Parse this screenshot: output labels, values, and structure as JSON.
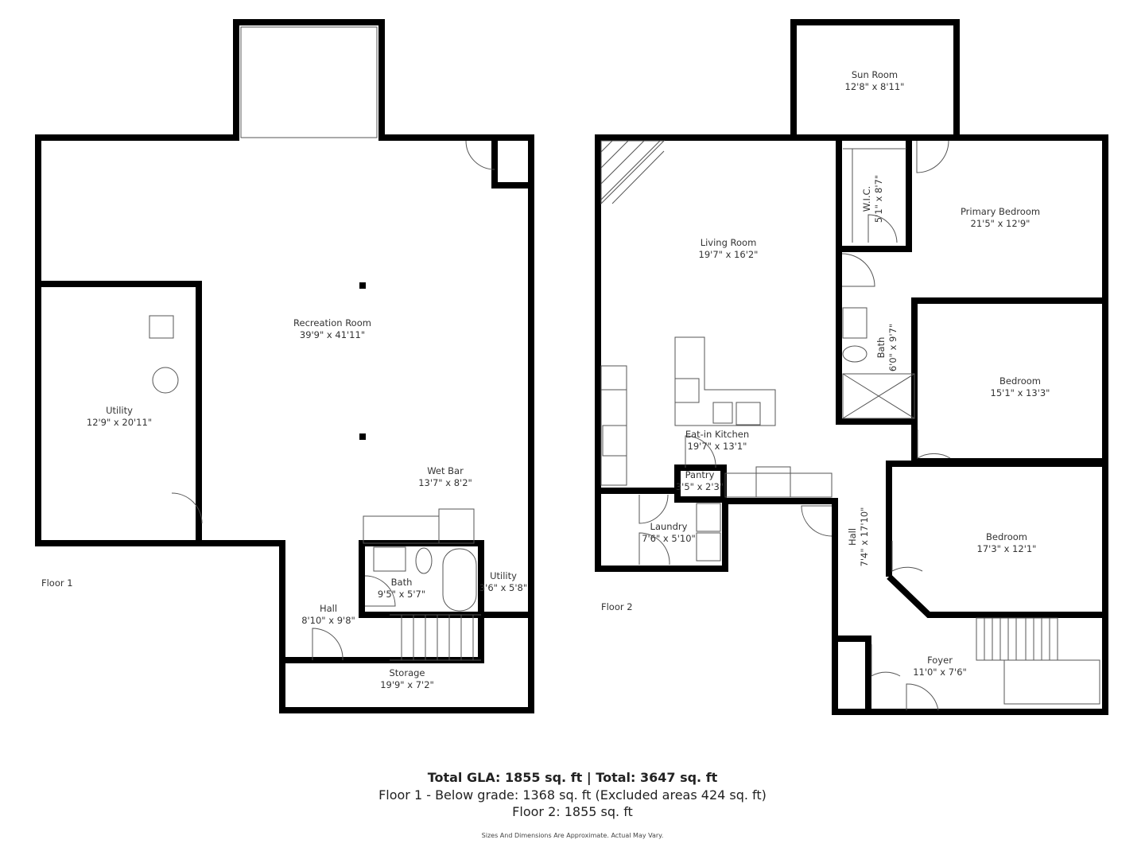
{
  "floor1": {
    "label": "Floor 1",
    "rooms": [
      {
        "name": "Recreation Room",
        "size": "39'9\" x 41'11\""
      },
      {
        "name": "Utility",
        "size": "12'9\" x 20'11\""
      },
      {
        "name": "Wet Bar",
        "size": "13'7\" x 8'2\""
      },
      {
        "name": "Bath",
        "size": "9'5\" x 5'7\""
      },
      {
        "name": "Utility",
        "size": "3'6\" x 5'8\""
      },
      {
        "name": "Hall",
        "size": "8'10\" x 9'8\""
      },
      {
        "name": "Storage",
        "size": "19'9\" x 7'2\""
      }
    ]
  },
  "floor2": {
    "label": "Floor 2",
    "rooms": [
      {
        "name": "Sun Room",
        "size": "12'8\" x 8'11\""
      },
      {
        "name": "Living Room",
        "size": "19'7\" x 16'2\""
      },
      {
        "name": "W.I.C.",
        "size": "5'1\" x 8'7\""
      },
      {
        "name": "Primary Bedroom",
        "size": "21'5\" x 12'9\""
      },
      {
        "name": "Bath",
        "size": "6'0\" x 9'7\""
      },
      {
        "name": "Bedroom",
        "size": "15'1\" x 13'3\""
      },
      {
        "name": "Eat-in Kitchen",
        "size": "19'7\" x 13'1\""
      },
      {
        "name": "Pantry",
        "size": "3'5\" x 2'3\""
      },
      {
        "name": "Laundry",
        "size": "7'6\" x 5'10\""
      },
      {
        "name": "Hall",
        "size": "7'4\" x 17'10\""
      },
      {
        "name": "Bedroom",
        "size": "17'3\" x 12'1\""
      },
      {
        "name": "Foyer",
        "size": "11'0\" x 7'6\""
      }
    ]
  },
  "summary": {
    "total": "Total GLA: 1855 sq. ft | Total: 3647 sq. ft",
    "floor1": "Floor 1 - Below grade: 1368 sq. ft (Excluded areas 424 sq. ft)",
    "floor2": "Floor 2: 1855 sq. ft",
    "disclaimer": "Sizes And Dimensions Are Approximate. Actual May Vary."
  },
  "colors": {
    "wall": "#000000",
    "fixture": "#555555"
  }
}
